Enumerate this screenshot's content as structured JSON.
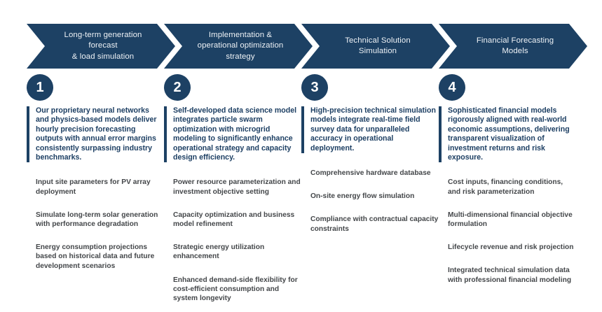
{
  "theme": {
    "banner_color": "#1d4164",
    "banner_text_color": "#eef2f6",
    "summary_text_color": "#1d3f63",
    "bullet_text_color": "#44474a",
    "background_color": "#ffffff"
  },
  "stages": [
    {
      "number": "1",
      "banner_title": "Long-term generation\nforecast\n& load simulation",
      "summary": "Our proprietary neural networks and physics-based models deliver hourly precision forecasting outputs with annual error margins consistently surpassing industry benchmarks.",
      "bullets": [
        "Input site parameters for PV array deployment",
        "Simulate long-term solar generation with performance degradation",
        "Energy consumption projections based on historical data and future development scenarios"
      ]
    },
    {
      "number": "2",
      "banner_title": "Implementation &\noperational optimization\nstrategy",
      "summary": "Self-developed data science model integrates particle swarm optimization with microgrid modeling to significantly enhance operational strategy and capacity design efficiency.",
      "bullets": [
        "Power resource parameterization and investment objective setting",
        "Capacity optimization and business model refinement",
        "Strategic energy utilization enhancement",
        "Enhanced demand-side flexibility for cost-efficient consumption and system longevity"
      ]
    },
    {
      "number": "3",
      "banner_title": "Technical Solution\nSimulation",
      "summary": "High-precision technical simulation models integrate real-time field survey data for unparalleled accuracy in operational deployment.",
      "bullets": [
        "Comprehensive hardware database",
        "On-site energy flow simulation",
        "Compliance with contractual capacity constraints"
      ]
    },
    {
      "number": "4",
      "banner_title": "Financial Forecasting\nModels",
      "summary": "Sophisticated financial models rigorously aligned with real-world economic assumptions, delivering transparent visualization of investment returns and risk exposure.",
      "bullets": [
        "Cost inputs, financing conditions, and risk parameterization",
        "Multi-dimensional financial objective formulation",
        "Lifecycle revenue and risk projection",
        "Integrated technical simulation data with professional financial modeling"
      ]
    }
  ]
}
